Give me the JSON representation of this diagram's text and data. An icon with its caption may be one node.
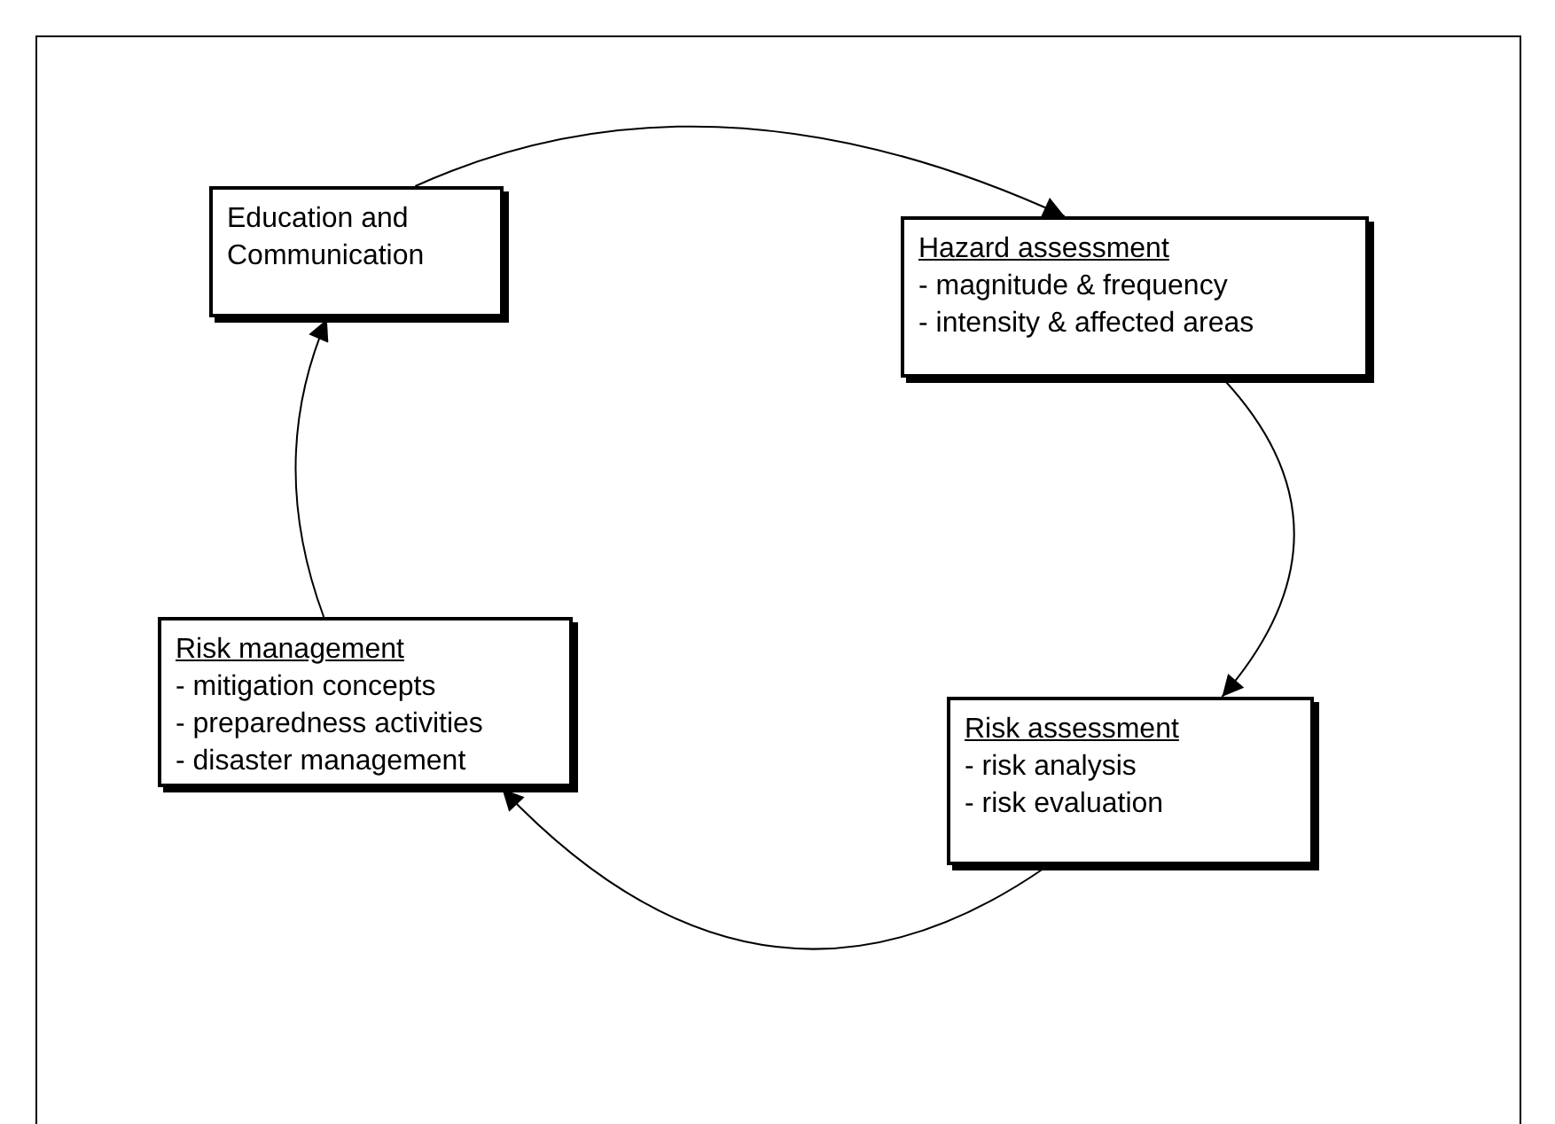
{
  "diagram": {
    "nodes": [
      {
        "text": [
          "Education and Communication"
        ]
      },
      {
        "text": [
          "Hazard assessment",
          "- magnitude & frequency",
          "- intensity & affected areas"
        ]
      },
      {
        "text": [
          "Risk assessment",
          "- risk analysis",
          "- risk evaluation"
        ]
      },
      {
        "text": [
          "Risk management",
          "- mitigation concepts",
          "- preparedness activities",
          "- disaster management"
        ]
      }
    ],
    "edges": [
      {
        "from": 0,
        "to": 1,
        "arrow": "to"
      },
      {
        "from": 1,
        "to": 2,
        "arrow": "to"
      },
      {
        "from": 2,
        "to": 3,
        "arrow": "to"
      },
      {
        "from": 3,
        "to": 0,
        "arrow": "to"
      }
    ]
  }
}
